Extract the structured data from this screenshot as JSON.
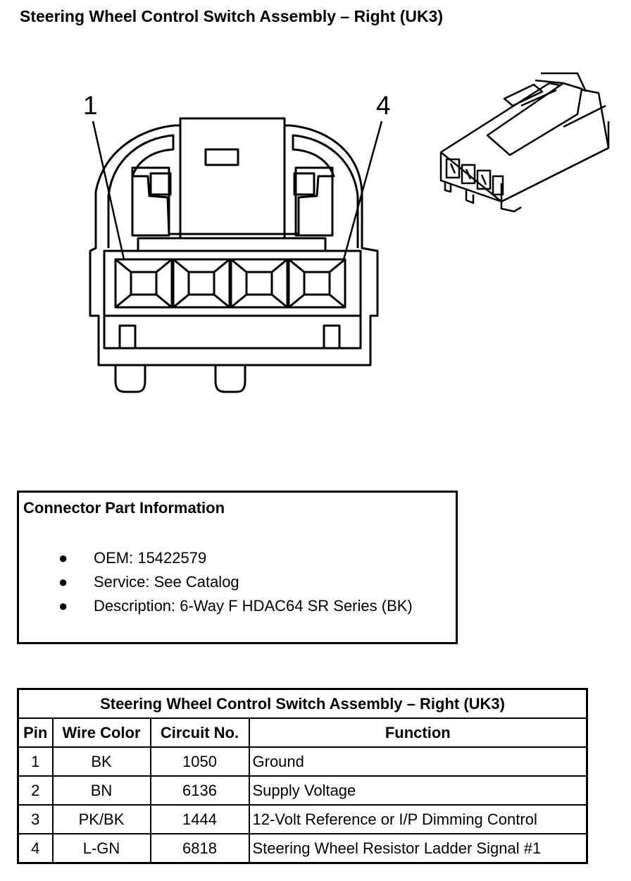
{
  "page_title": "Steering Wheel Control Switch Assembly – Right (UK3)",
  "diagram": {
    "pin_labels": [
      "1",
      "4"
    ]
  },
  "connector_info": {
    "heading": "Connector Part Information",
    "items": [
      "OEM: 15422579",
      "Service: See Catalog",
      "Description: 6-Way F HDAC64 SR Series (BK)"
    ]
  },
  "pin_table": {
    "title": "Steering Wheel Control Switch Assembly – Right (UK3)",
    "headers": [
      "Pin",
      "Wire Color",
      "Circuit No.",
      "Function"
    ],
    "rows": [
      [
        "1",
        "BK",
        "1050",
        "Ground"
      ],
      [
        "2",
        "BN",
        "6136",
        "Supply Voltage"
      ],
      [
        "3",
        "PK/BK",
        "1444",
        "12-Volt Reference or I/P Dimming Control"
      ],
      [
        "4",
        "L-GN",
        "6818",
        "Steering Wheel Resistor Ladder Signal #1"
      ]
    ]
  }
}
